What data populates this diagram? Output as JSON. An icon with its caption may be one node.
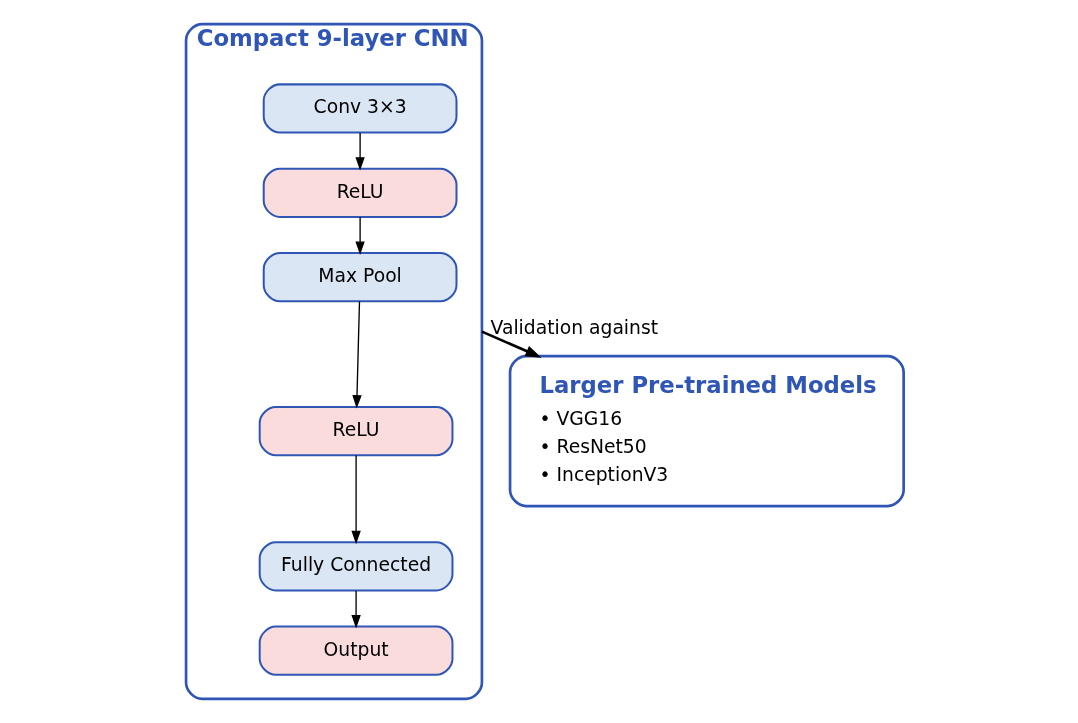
{
  "diagram": {
    "nodes": [
      {
        "text": [
          "Compact 9-layer CNN"
        ]
      },
      {
        "text": [
          "Conv 3×3"
        ],
        "in": 0
      },
      {
        "text": [
          "ReLU"
        ],
        "in": 0
      },
      {
        "text": [
          "Max Pool"
        ],
        "in": 0
      },
      {
        "text": [
          "ReLU"
        ],
        "in": 0
      },
      {
        "text": [
          "Fully Connected"
        ],
        "in": 0
      },
      {
        "text": [
          "Output"
        ],
        "in": 0
      },
      {
        "text": [
          "Larger Pre-trained Models",
          "• VGG16",
          "• ResNet50",
          "• InceptionV3"
        ]
      }
    ],
    "edges": [
      {
        "from": 1,
        "to": 2,
        "arrow": "to"
      },
      {
        "from": 2,
        "to": 3,
        "arrow": "to"
      },
      {
        "from": 3,
        "to": 4,
        "arrow": "to"
      },
      {
        "from": 4,
        "to": 5,
        "arrow": "to"
      },
      {
        "from": 5,
        "to": 6,
        "arrow": "to"
      },
      {
        "from": 0,
        "to": 7,
        "arrow": "to",
        "label": "Validation against"
      }
    ]
  }
}
